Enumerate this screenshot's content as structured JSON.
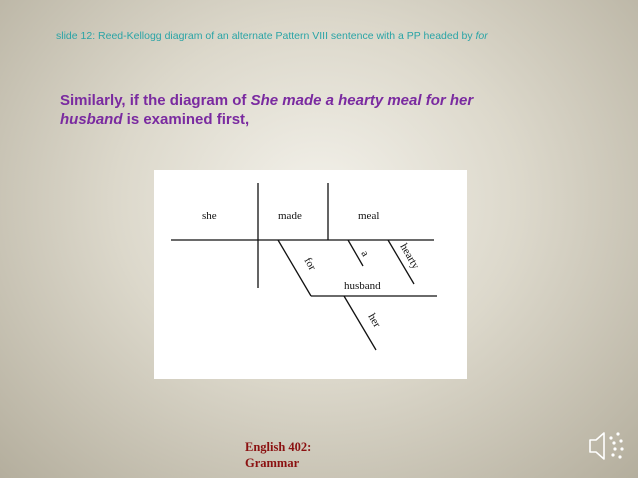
{
  "caption": {
    "text": "slide 12: Reed-Kellogg diagram of an alternate Pattern VIII sentence with a PP headed by ",
    "emphasis": "for"
  },
  "intro": {
    "part1": "Similarly, if the diagram of ",
    "sentence_line1": "She made a hearty meal for her",
    "sentence_line2": "husband",
    "part2": " is examined first,"
  },
  "diagram": {
    "subject": "she",
    "verb": "made",
    "object": "meal",
    "modifier_article": "a",
    "modifier_adjective": "hearty",
    "preposition": "for",
    "prep_object": "husband",
    "prep_object_modifier": "her"
  },
  "footer": {
    "line1": "English 402:",
    "line2": "Grammar"
  },
  "icons": {
    "audio": "speaker-icon"
  },
  "colors": {
    "caption": "#2aa4a6",
    "intro": "#7a2aa0",
    "footer": "#8b1111"
  }
}
